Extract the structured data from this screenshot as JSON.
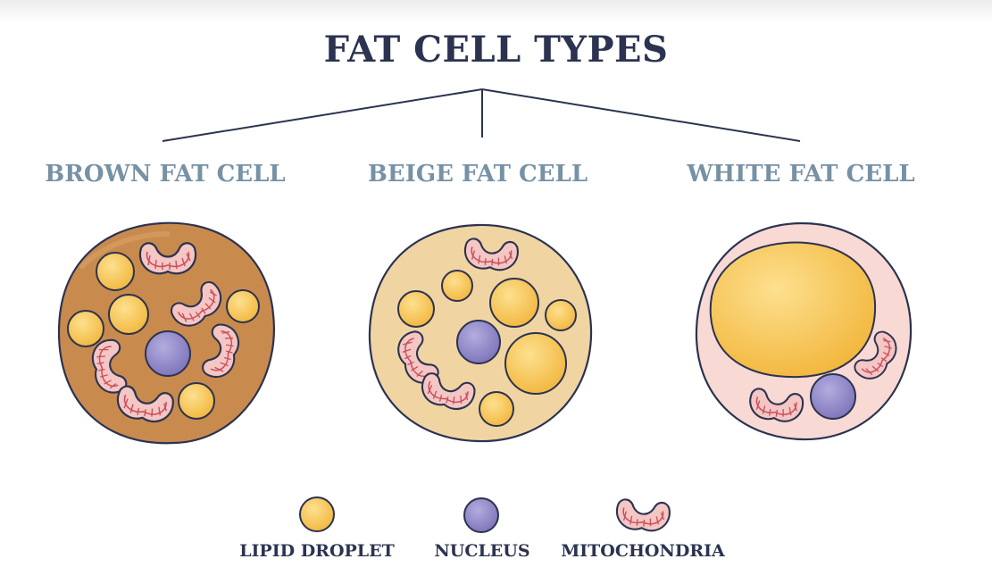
{
  "title": "FAT CELL TYPES",
  "cells": [
    {
      "id": "brown",
      "label": "BROWN FAT CELL"
    },
    {
      "id": "beige",
      "label": "BEIGE FAT CELL"
    },
    {
      "id": "white",
      "label": "WHITE FAT CELL"
    }
  ],
  "legend": {
    "lipid": "LIPID DROPLET",
    "nucleus": "NUCLEUS",
    "mitochondria": "MITOCHONDRIA"
  },
  "colors": {
    "outline": "#2b3350",
    "brown_cytoplasm": "#c98a4e",
    "beige_cytoplasm": "#f0d4a2",
    "white_cytoplasm": "#f9d9d4",
    "lipid": "#f6c65a",
    "nucleus": "#8e86c4",
    "mitochondria": "#f4c6c4"
  }
}
